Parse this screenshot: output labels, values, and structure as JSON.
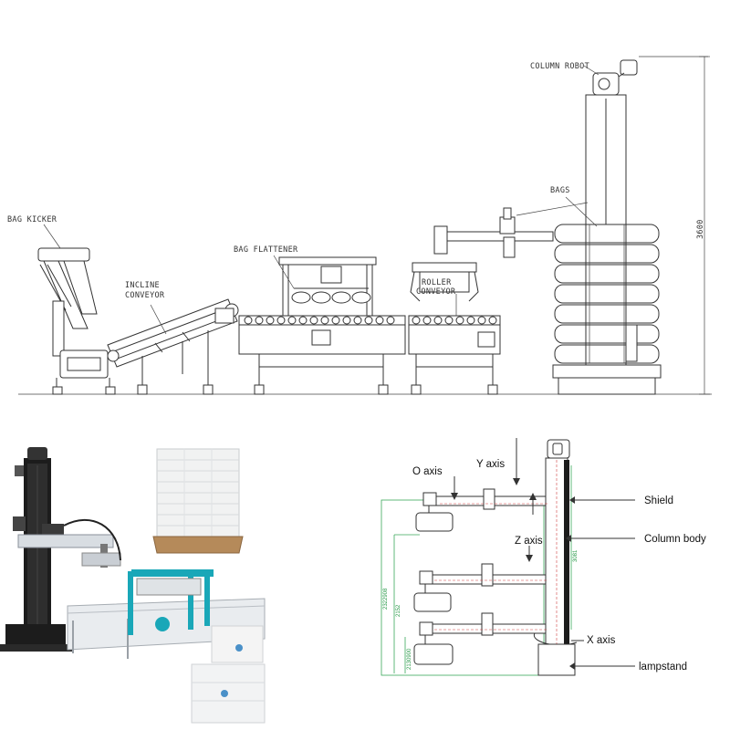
{
  "top_diagram": {
    "labels": {
      "bag_kicker": "BAG KICKER",
      "incline_conveyor_1": "INCLINE",
      "incline_conveyor_2": "CONVEYOR",
      "bag_flattener": "BAG FLATTENER",
      "roller_conveyor_1": "ROLLER",
      "roller_conveyor_2": "CONVEYOR",
      "bags": "BAGS",
      "column_robot": "COLUMN ROBOT",
      "height_dim": "3600"
    }
  },
  "axis_diagram": {
    "labels": {
      "o_axis": "O axis",
      "y_axis": "Y axis",
      "z_axis": "Z axis",
      "x_axis": "X axis",
      "shield": "Shield",
      "column_body": "Column body",
      "lampstand": "lampstand"
    },
    "dims": {
      "d1": "2322908",
      "d2": "2152",
      "d3": "2130900",
      "d4": "3081"
    }
  },
  "colors": {
    "line": "#333333",
    "dimension_green": "#3aa85a",
    "accent_cyan": "#19a7b8",
    "column_dark": "#1c1c1c"
  }
}
